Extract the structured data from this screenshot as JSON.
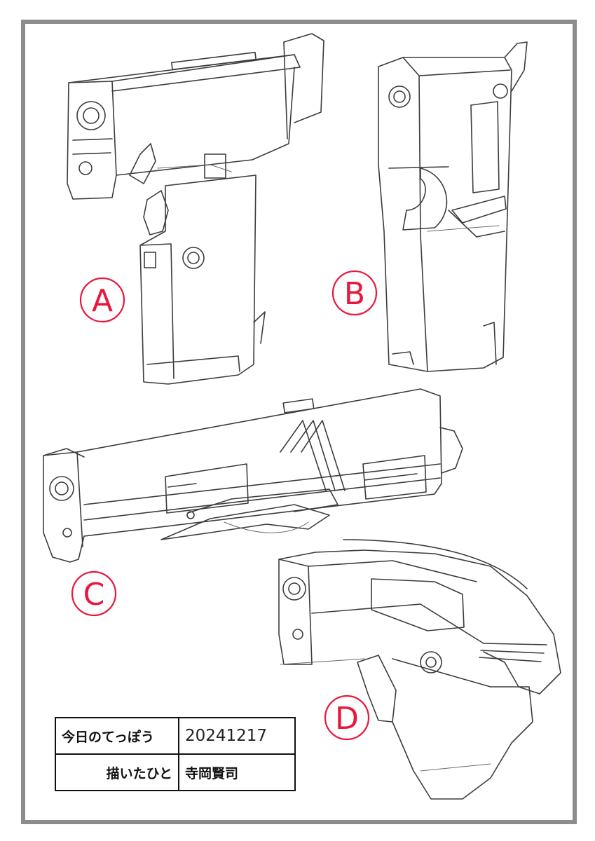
{
  "labels": {
    "a": "A",
    "b": "B",
    "c": "C",
    "d": "D"
  },
  "info": {
    "today_label": "今日のてっぽう",
    "date": "20241217",
    "drawer_label": "描いたひと",
    "drawer_name": "寺岡賢司"
  },
  "colors": {
    "label_red": "#e8183c",
    "frame_gray": "#8c8c8c",
    "pencil": "#3c3c3c"
  }
}
